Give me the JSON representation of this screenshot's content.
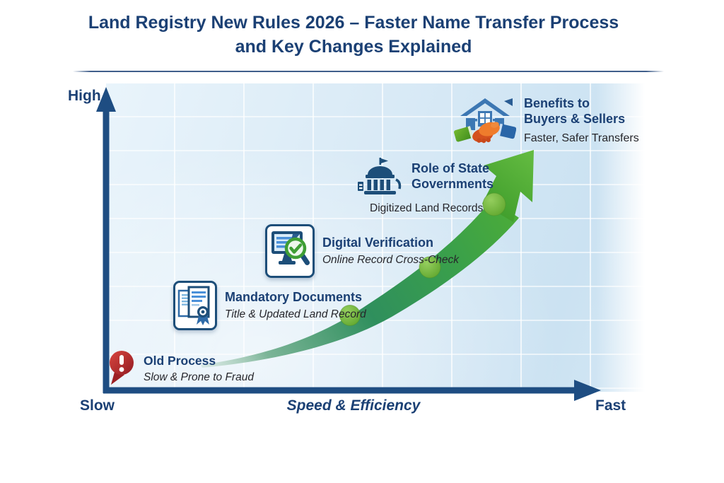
{
  "header": {
    "title_part1": "Land Registry New Rules 2026 –",
    "title_part2": " Faster Name Transfer Process",
    "title_line2": "and Key Changes Explained"
  },
  "axis": {
    "y_top": "High",
    "x_left": "Slow",
    "x_mid": "Speed & Efficiency",
    "x_right": "Fast"
  },
  "milestones": [
    {
      "title": "Old Process",
      "subtitle": "Slow & Prone to Fraud",
      "icon": "alert-pin-icon"
    },
    {
      "title": "Mandatory Documents",
      "subtitle": "Title & Updated Land Record",
      "icon": "certificate-documents-icon"
    },
    {
      "title": "Digital Verification",
      "subtitle": "Online Record Cross-Check",
      "icon": "monitor-verification-icon"
    },
    {
      "title": "Role of State\nGovernments",
      "subtitle": "Digitized Land Records",
      "icon": "government-building-icon"
    },
    {
      "title": "Benefits to\nBuyers & Sellers",
      "subtitle": "Faster, Safer Transfers",
      "icon": "house-handshake-icon"
    }
  ],
  "colors": {
    "title_navy": "#1b4074",
    "axis_navy": "#1e4d82",
    "subtitle_dark": "#26262b",
    "plot_blue_light": "#e9f4fb",
    "plot_blue_deep": "#cbe2f2",
    "gridline_white": "#ffffff",
    "curve_teal_start": "#bcd8cb",
    "curve_green_mid": "#2f8f5d",
    "curve_green_bright": "#55b334",
    "dot_green": "#6fb33a",
    "alert_red": "#c0392b",
    "icon_blue": "#1d4e79",
    "hand_orange": "#ef7c2c",
    "sleeve_green": "#5aa82c",
    "sleeve_blue": "#2a66a8"
  },
  "chart_data": {
    "type": "line",
    "title": "Land Registry New Rules 2026 – Faster Name Transfer Process and Key Changes Explained",
    "xlabel": "Speed & Efficiency",
    "ylabel": "High",
    "x_axis_endpoints": [
      "Slow",
      "Fast"
    ],
    "curve_style": "exponential growth swoosh arrow with 3 marker dots",
    "grid": true,
    "points": [
      {
        "label": "Old Process",
        "detail": "Slow & Prone to Fraud",
        "x": 0.05,
        "y": 0.08
      },
      {
        "label": "Mandatory Documents",
        "detail": "Title & Updated Land Record",
        "x": 0.42,
        "y": 0.25
      },
      {
        "label": "Digital Verification",
        "detail": "Online Record Cross-Check",
        "x": 0.57,
        "y": 0.41
      },
      {
        "label": "Role of State Governments",
        "detail": "Digitized Land Records",
        "x": 0.7,
        "y": 0.61
      },
      {
        "label": "Benefits to Buyers & Sellers",
        "detail": "Faster, Safer Transfers",
        "x": 0.82,
        "y": 0.79
      }
    ]
  }
}
